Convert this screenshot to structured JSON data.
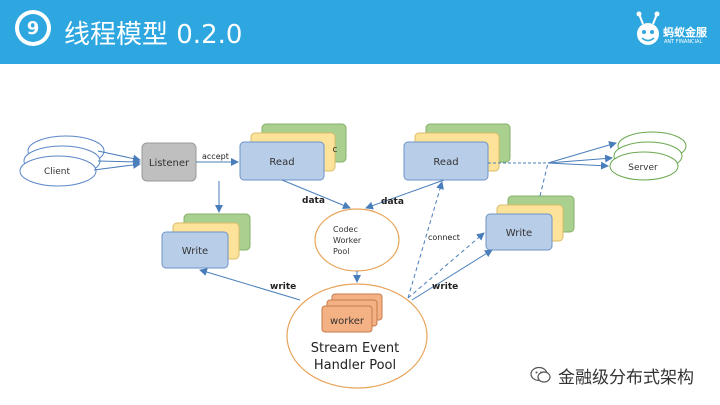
{
  "header": {
    "number": "9",
    "title": "线程模型 0.2.0",
    "logo_text": "蚂蚁金服",
    "logo_sub": "ANT FINANCIAL"
  },
  "nodes": {
    "client": "Client",
    "listener": "Listener",
    "read_left": "Read",
    "read_left_back": "c",
    "read_right": "Read",
    "write_left": "Write",
    "write_right": "Write",
    "codec_line1": "Codec",
    "codec_line2": "Worker",
    "codec_line3": "Pool",
    "server": "Server",
    "worker": "worker",
    "pool_line1": "Stream Event",
    "pool_line2": "Handler Pool"
  },
  "edges": {
    "accept": "accept",
    "data_left": "data",
    "data_right": "data",
    "connect": "connect",
    "write_left": "write",
    "write_right": "write"
  },
  "watermark": {
    "text": "金融级分布式架构"
  },
  "colors": {
    "header": "#2ea7e0",
    "blue_box": "#b8cde8",
    "yellow_box": "#fde39a",
    "green_box": "#a9d08e",
    "gray_box": "#bfbfbf",
    "worker_box": "#f4b183",
    "ellipse_stroke": "#e8a45a",
    "arrow": "#4a7ebb"
  }
}
